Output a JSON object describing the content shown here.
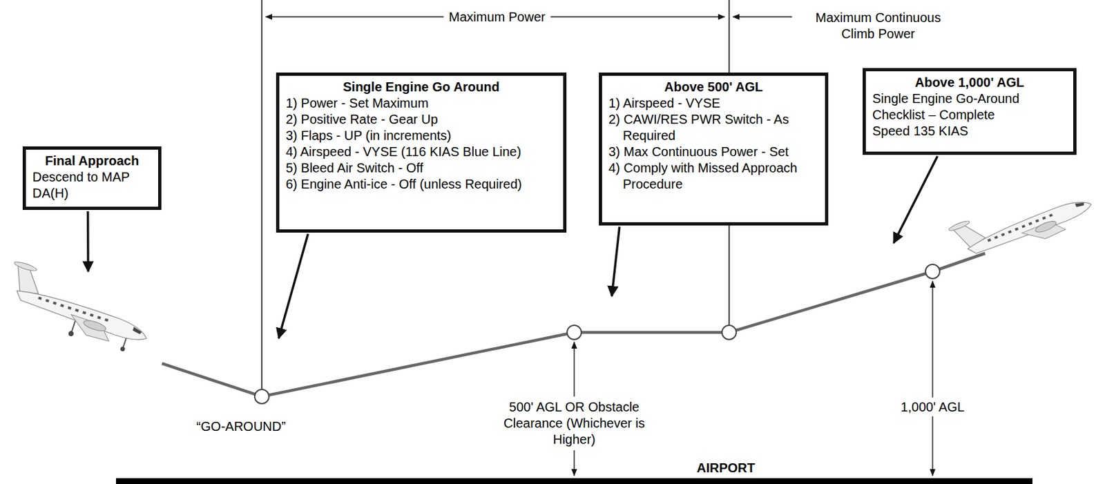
{
  "diagram": {
    "nodes": [
      {
        "text": [
          "Final Approach",
          "Descend to MAP DA(H)"
        ]
      },
      {
        "text": [
          "Single Engine Go Around",
          "1) Power - Set Maximum",
          "2) Positive Rate - Gear Up",
          "3) Flaps - UP (in increments)",
          "4) Airspeed - VYSE (116 KIAS Blue Line)",
          "5) Bleed Air Switch - Off",
          "6) Engine Anti-ice - Off (unless Required)"
        ]
      },
      {
        "text": [
          "Above 500' AGL",
          "1) Airspeed - VYSE",
          "2) CAWI/RES PWR Switch - As Required",
          "3) Max Continuous Power - Set",
          "4) Comply with Missed Approach Procedure"
        ]
      },
      {
        "text": [
          "Above 1,000' AGL",
          "Single Engine Go-Around Checklist – Complete",
          "Speed 135 KIAS"
        ]
      }
    ],
    "labels": [
      "Maximum Power",
      "Maximum Continuous Climb Power",
      "“GO-AROUND”",
      "500' AGL OR Obstacle Clearance (Whichever is Higher)",
      "1,000' AGL",
      "AIRPORT"
    ]
  }
}
